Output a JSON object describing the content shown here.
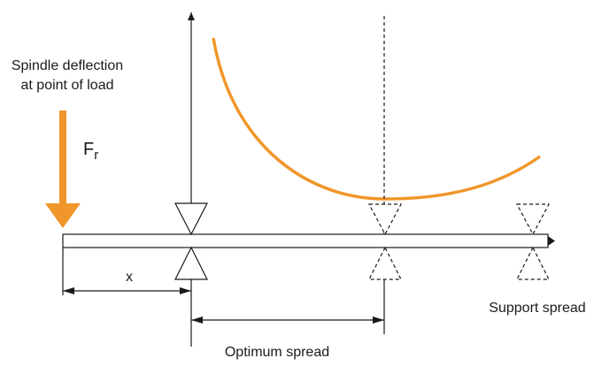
{
  "labels": {
    "deflection_line1": "Spindle deflection",
    "deflection_line2": "at point of load",
    "force_symbol": "F",
    "force_subscript": "r",
    "x_label": "x",
    "optimum_spread": "Optimum spread",
    "support_spread": "Support spread"
  },
  "colors": {
    "accent": "#f0962a",
    "line": "#1a1a1a"
  }
}
